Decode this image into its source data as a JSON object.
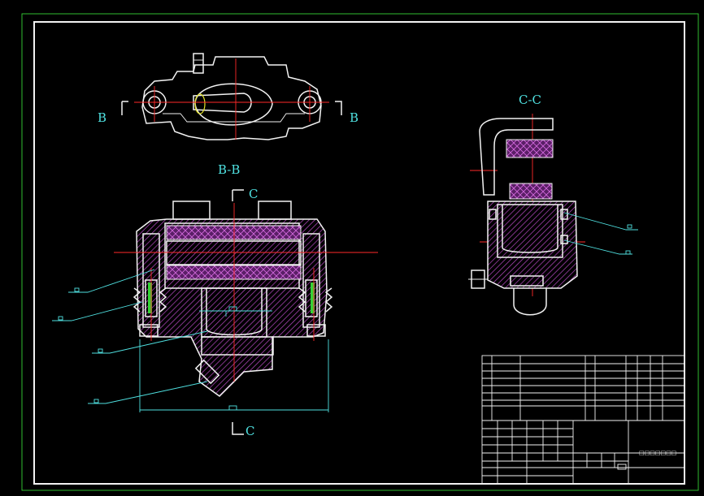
{
  "views": {
    "top_label_left": "B",
    "top_label_right": "B",
    "bb_title": "B-B",
    "bb_cut_top": "C",
    "bb_cut_bottom": "C",
    "cc_title": "C-C"
  },
  "colors": {
    "background": "#000000",
    "outline": "#f2f2f2",
    "dimension": "#4fe0e0",
    "centerline": "#ff2a2a",
    "frame": "#35d235",
    "hatch": "#b84ac4",
    "section": "#8a3a8e"
  },
  "title_block": {
    "drawing_name": "□□□□□□□"
  }
}
